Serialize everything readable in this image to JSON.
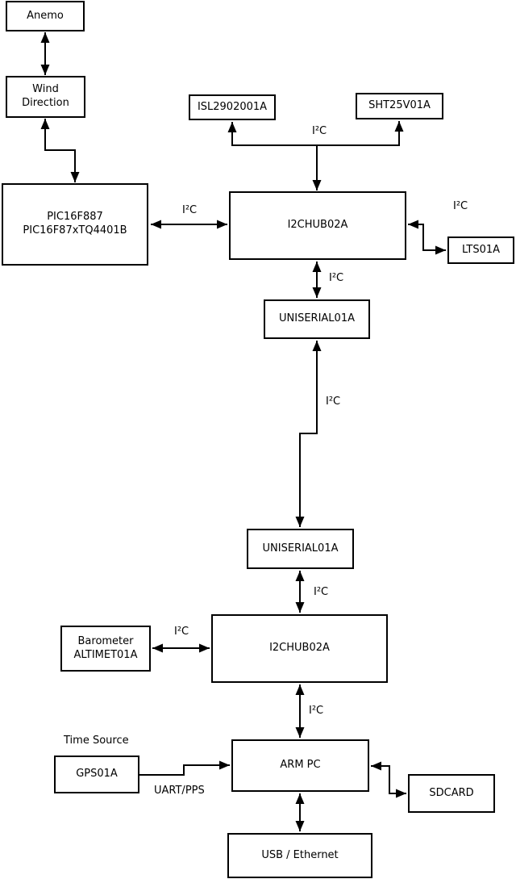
{
  "nodes": {
    "anemo": {
      "label": "Anemo"
    },
    "wind_direction": {
      "lines": [
        "Wind",
        "Direction"
      ]
    },
    "pic": {
      "lines": [
        "PIC16F887",
        "PIC16F87xTQ4401B"
      ]
    },
    "isl": {
      "label": "ISL2902001A"
    },
    "sht": {
      "label": "SHT25V01A"
    },
    "i2c_hub_top": {
      "label": "I2CHUB02A"
    },
    "lts": {
      "label": "LTS01A"
    },
    "uniserial_top": {
      "label": "UNISERIAL01A"
    },
    "uniserial_bottom": {
      "label": "UNISERIAL01A"
    },
    "i2c_hub_bottom": {
      "label": "I2CHUB02A"
    },
    "barometer": {
      "lines": [
        "Barometer",
        "ALTIMET01A"
      ]
    },
    "gps": {
      "label": "GPS01A"
    },
    "arm_pc": {
      "label": "ARM PC"
    },
    "sdcard": {
      "label": "SDCARD"
    },
    "usb_ethernet": {
      "label": "USB / Ethernet"
    }
  },
  "edge_labels": {
    "i2c": "I²C",
    "uart_pps": "UART/PPS",
    "time_source": "Time Source"
  },
  "colors": {
    "line": "#000000",
    "box_border": "#000000",
    "box_fill": "#ffffff",
    "background": "#ffffff",
    "text": "#000000"
  }
}
